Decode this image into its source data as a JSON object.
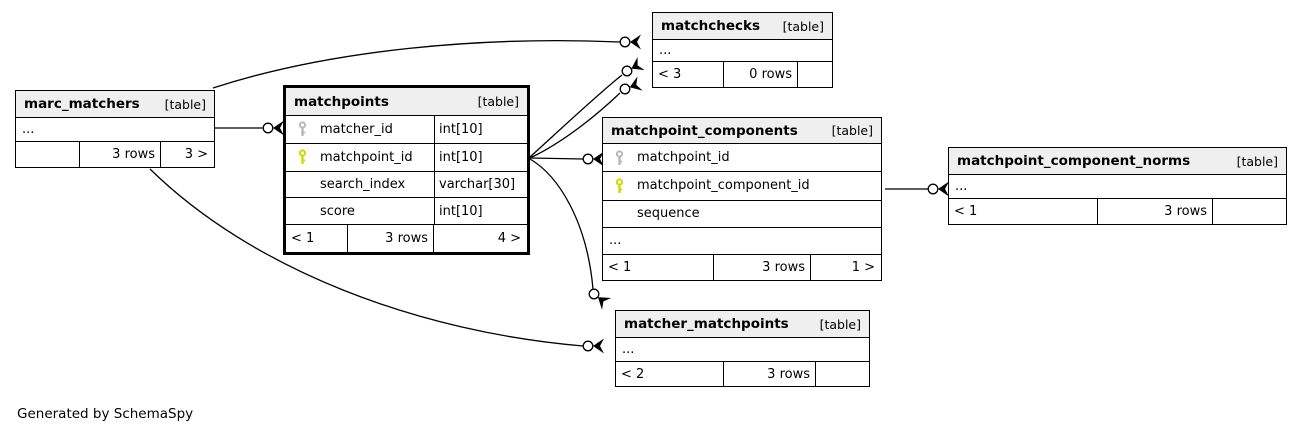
{
  "caption": "Generated by SchemaSpy",
  "colors": {
    "header_bg": "#efefef",
    "border": "#000000",
    "edge": "#000000",
    "primary_key": "#d6d600",
    "foreign_key": "#b8b8b8"
  },
  "tables": [
    {
      "id": "marc_matchers",
      "name": "marc_matchers",
      "tag": "[table]",
      "emphasis": false,
      "rows": [
        {
          "kind": "ellipsis",
          "label": "..."
        }
      ],
      "footer": {
        "left": "",
        "center": "3 rows",
        "right": "3 >"
      }
    },
    {
      "id": "matchpoints",
      "name": "matchpoints",
      "tag": "[table]",
      "emphasis": true,
      "rows": [
        {
          "kind": "column",
          "label": "matcher_id",
          "type_text": "int[10]",
          "key": "fk"
        },
        {
          "kind": "column",
          "label": "matchpoint_id",
          "type_text": "int[10]",
          "key": "pk"
        },
        {
          "kind": "column",
          "label": "search_index",
          "type_text": "varchar[30]",
          "key": null
        },
        {
          "kind": "column",
          "label": "score",
          "type_text": "int[10]",
          "key": null
        }
      ],
      "footer": {
        "left": "< 1",
        "center": "3 rows",
        "right": "4 >"
      }
    },
    {
      "id": "matchchecks",
      "name": "matchchecks",
      "tag": "[table]",
      "emphasis": false,
      "rows": [
        {
          "kind": "ellipsis",
          "label": "..."
        }
      ],
      "footer": {
        "left": "< 3",
        "center": "0 rows",
        "right": ""
      }
    },
    {
      "id": "matchpoint_components",
      "name": "matchpoint_components",
      "tag": "[table]",
      "emphasis": false,
      "rows": [
        {
          "kind": "column",
          "label": "matchpoint_id",
          "key": "fk"
        },
        {
          "kind": "column",
          "label": "matchpoint_component_id",
          "key": "pk"
        },
        {
          "kind": "column",
          "label": "sequence",
          "key": null
        },
        {
          "kind": "ellipsis",
          "label": "..."
        }
      ],
      "footer": {
        "left": "< 1",
        "center": "3 rows",
        "right": "1 >"
      }
    },
    {
      "id": "matchpoint_component_norms",
      "name": "matchpoint_component_norms",
      "tag": "[table]",
      "emphasis": false,
      "rows": [
        {
          "kind": "ellipsis",
          "label": "..."
        }
      ],
      "footer": {
        "left": "< 1",
        "center": "3 rows",
        "right": ""
      }
    },
    {
      "id": "matcher_matchpoints",
      "name": "matcher_matchpoints",
      "tag": "[table]",
      "emphasis": false,
      "rows": [
        {
          "kind": "ellipsis",
          "label": "..."
        }
      ],
      "footer": {
        "left": "< 2",
        "center": "3 rows",
        "right": ""
      }
    }
  ],
  "relationships": [
    {
      "from": "marc_matchers",
      "to": "matchpoints.matcher_id"
    },
    {
      "from": "marc_matchers",
      "to": "matchchecks"
    },
    {
      "from": "matchpoints.matchpoint_id",
      "to": "matchchecks"
    },
    {
      "from": "matchpoints.matchpoint_id",
      "to": "matchchecks"
    },
    {
      "from": "matchpoints.matchpoint_id",
      "to": "matchpoint_components.matchpoint_id"
    },
    {
      "from": "matchpoints.matchpoint_id",
      "to": "matcher_matchpoints"
    },
    {
      "from": "marc_matchers",
      "to": "matcher_matchpoints"
    },
    {
      "from": "matchpoint_components.matchpoint_component_id",
      "to": "matchpoint_component_norms"
    }
  ]
}
